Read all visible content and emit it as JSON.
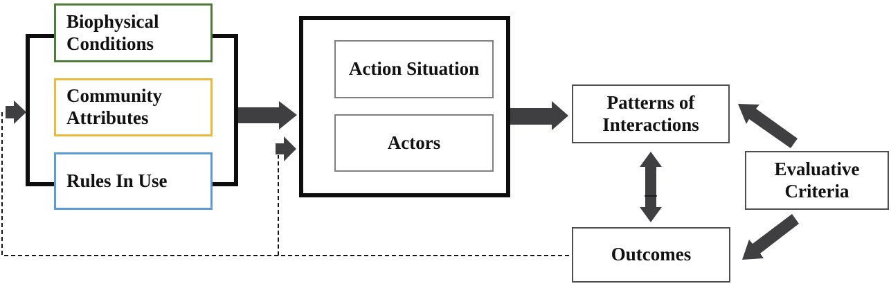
{
  "colors": {
    "background": "#ffffff",
    "text": "#111111",
    "frame": "#0d0d0d",
    "line": "#141414",
    "arrow": "#3f3f41",
    "green": "#4e7c38",
    "gold": "#eaba3d",
    "blue": "#5b9bd5",
    "inner-border": "#7f7f7f",
    "box-border": "#4d4d4d"
  },
  "boxes": {
    "biophysical_conditions": {
      "label": "Biophysical\nConditions"
    },
    "community_attributes": {
      "label": "Community\nAttributes"
    },
    "rules_in_use": {
      "label": "Rules In Use"
    },
    "action_situation": {
      "label": "Action Situation"
    },
    "actors": {
      "label": "Actors"
    },
    "patterns_of_interactions": {
      "label": "Patterns of\nInteractions"
    },
    "evaluative_criteria": {
      "label": "Evaluative\nCriteria"
    },
    "outcomes": {
      "label": "Outcomes"
    }
  },
  "connectors": [
    {
      "name": "external-input-arrow",
      "type": "solid-block-arrow",
      "from": "outside-left",
      "to": "exogenous-variables-group"
    },
    {
      "name": "exogenous-to-action-arrow",
      "type": "solid-block-arrow",
      "from": "exogenous-variables-group",
      "to": "action-arena-group"
    },
    {
      "name": "feedback-to-action-arrow",
      "type": "solid-block-arrow",
      "from": "feedback-dashed-line",
      "to": "action-arena-group"
    },
    {
      "name": "action-to-patterns-arrow",
      "type": "solid-block-arrow",
      "from": "action-arena-group",
      "to": "patterns_of_interactions"
    },
    {
      "name": "patterns-outcomes-double-arrow",
      "type": "double-headed-vertical-arrow",
      "from": "patterns_of_interactions",
      "to": "outcomes"
    },
    {
      "name": "evaluative-to-patterns-arrow",
      "type": "diagonal-block-arrow",
      "from": "evaluative_criteria",
      "to": "patterns_of_interactions"
    },
    {
      "name": "evaluative-to-outcomes-arrow",
      "type": "diagonal-block-arrow",
      "from": "evaluative_criteria",
      "to": "outcomes"
    },
    {
      "name": "feedback-dashed-line",
      "type": "dashed-line",
      "from": "outcomes",
      "to": "external-input-arrow"
    },
    {
      "name": "feedback-branch-dashed-line",
      "type": "dashed-line",
      "from": "feedback-dashed-line",
      "to": "feedback-to-action-arrow"
    }
  ]
}
